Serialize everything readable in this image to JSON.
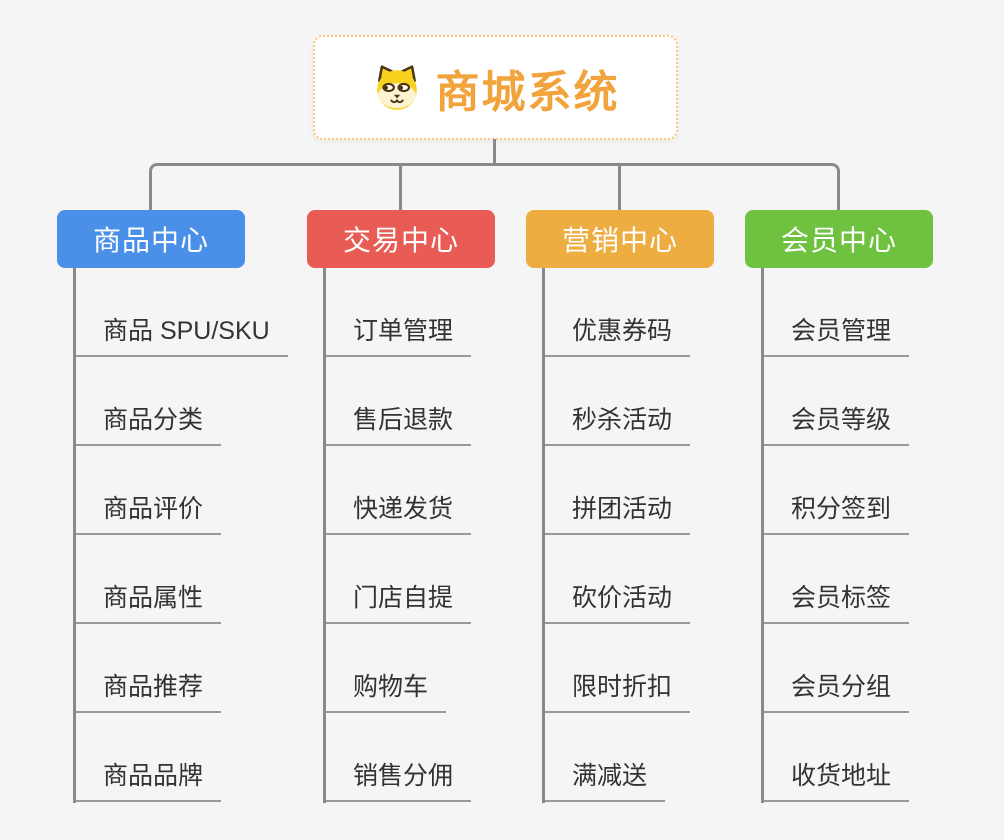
{
  "background_color": "#f5f5f5",
  "connector_color": "#8a8a8a",
  "underline_color": "#999999",
  "root": {
    "title": "商城系统",
    "icon": "dog-icon",
    "title_color": "#f2a43c",
    "border_color": "#f6c77d"
  },
  "branches": [
    {
      "label": "商品中心",
      "color": "#4a90e8",
      "items": [
        "商品 SPU/SKU",
        "商品分类",
        "商品评价",
        "商品属性",
        "商品推荐",
        "商品品牌"
      ]
    },
    {
      "label": "交易中心",
      "color": "#e95c55",
      "items": [
        "订单管理",
        "售后退款",
        "快递发货",
        "门店自提",
        "购物车",
        "销售分佣"
      ]
    },
    {
      "label": "营销中心",
      "color": "#eead40",
      "items": [
        "优惠券码",
        "秒杀活动",
        "拼团活动",
        "砍价活动",
        "限时折扣",
        "满减送"
      ]
    },
    {
      "label": "会员中心",
      "color": "#6fc140",
      "items": [
        "会员管理",
        "会员等级",
        "积分签到",
        "会员标签",
        "会员分组",
        "收货地址"
      ]
    }
  ]
}
